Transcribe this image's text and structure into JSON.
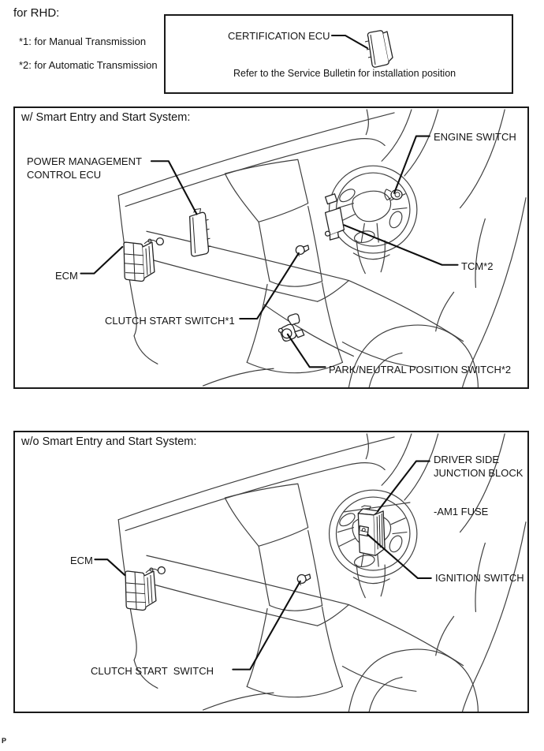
{
  "page": {
    "header_note": "for RHD:",
    "footnotes": [
      "*1: for Manual Transmission",
      "*2: for Automatic Transmission"
    ],
    "footer_mark": "P"
  },
  "certification_box": {
    "label": "CERTIFICATION ECU",
    "note": "Refer to the Service Bulletin for installation position",
    "icon": "ecu-module-icon"
  },
  "panel_with_smart": {
    "title": "w/ Smart Entry and Start System:",
    "labels": {
      "power_management_line1": "POWER MANAGEMENT",
      "power_management_line2": "CONTROL ECU",
      "engine_switch": "ENGINE SWITCH",
      "ecm": "ECM",
      "clutch_start_switch": "CLUTCH START SWITCH*1",
      "tcm": "TCM*2",
      "park_neutral": "PARK/NEUTRAL POSITION SWITCH*2"
    },
    "icons": [
      "dashboard-line-art",
      "steering-wheel-icon",
      "power-management-ecu-icon",
      "engine-switch-icon",
      "ecm-module-icon",
      "clutch-start-switch-icon",
      "tcm-icon",
      "park-neutral-switch-icon"
    ]
  },
  "panel_without_smart": {
    "title": "w/o Smart Entry and Start System:",
    "labels": {
      "junction_line1": "DRIVER SIDE",
      "junction_line2": "JUNCTION BLOCK",
      "am1_fuse": "-AM1 FUSE",
      "ecm": "ECM",
      "ignition_switch": "IGNITION SWITCH",
      "clutch_start_switch": "CLUTCH START  SWITCH"
    },
    "icons": [
      "dashboard-line-art",
      "steering-wheel-icon",
      "driver-side-junction-block-icon",
      "ignition-switch-icon",
      "ecm-module-icon",
      "clutch-start-switch-icon"
    ]
  },
  "colors": {
    "background": "#ffffff",
    "line_art": "#3f3f3f",
    "leader_line": "#0f0f0f",
    "text": "#141414",
    "border": "#1a1a1a"
  }
}
